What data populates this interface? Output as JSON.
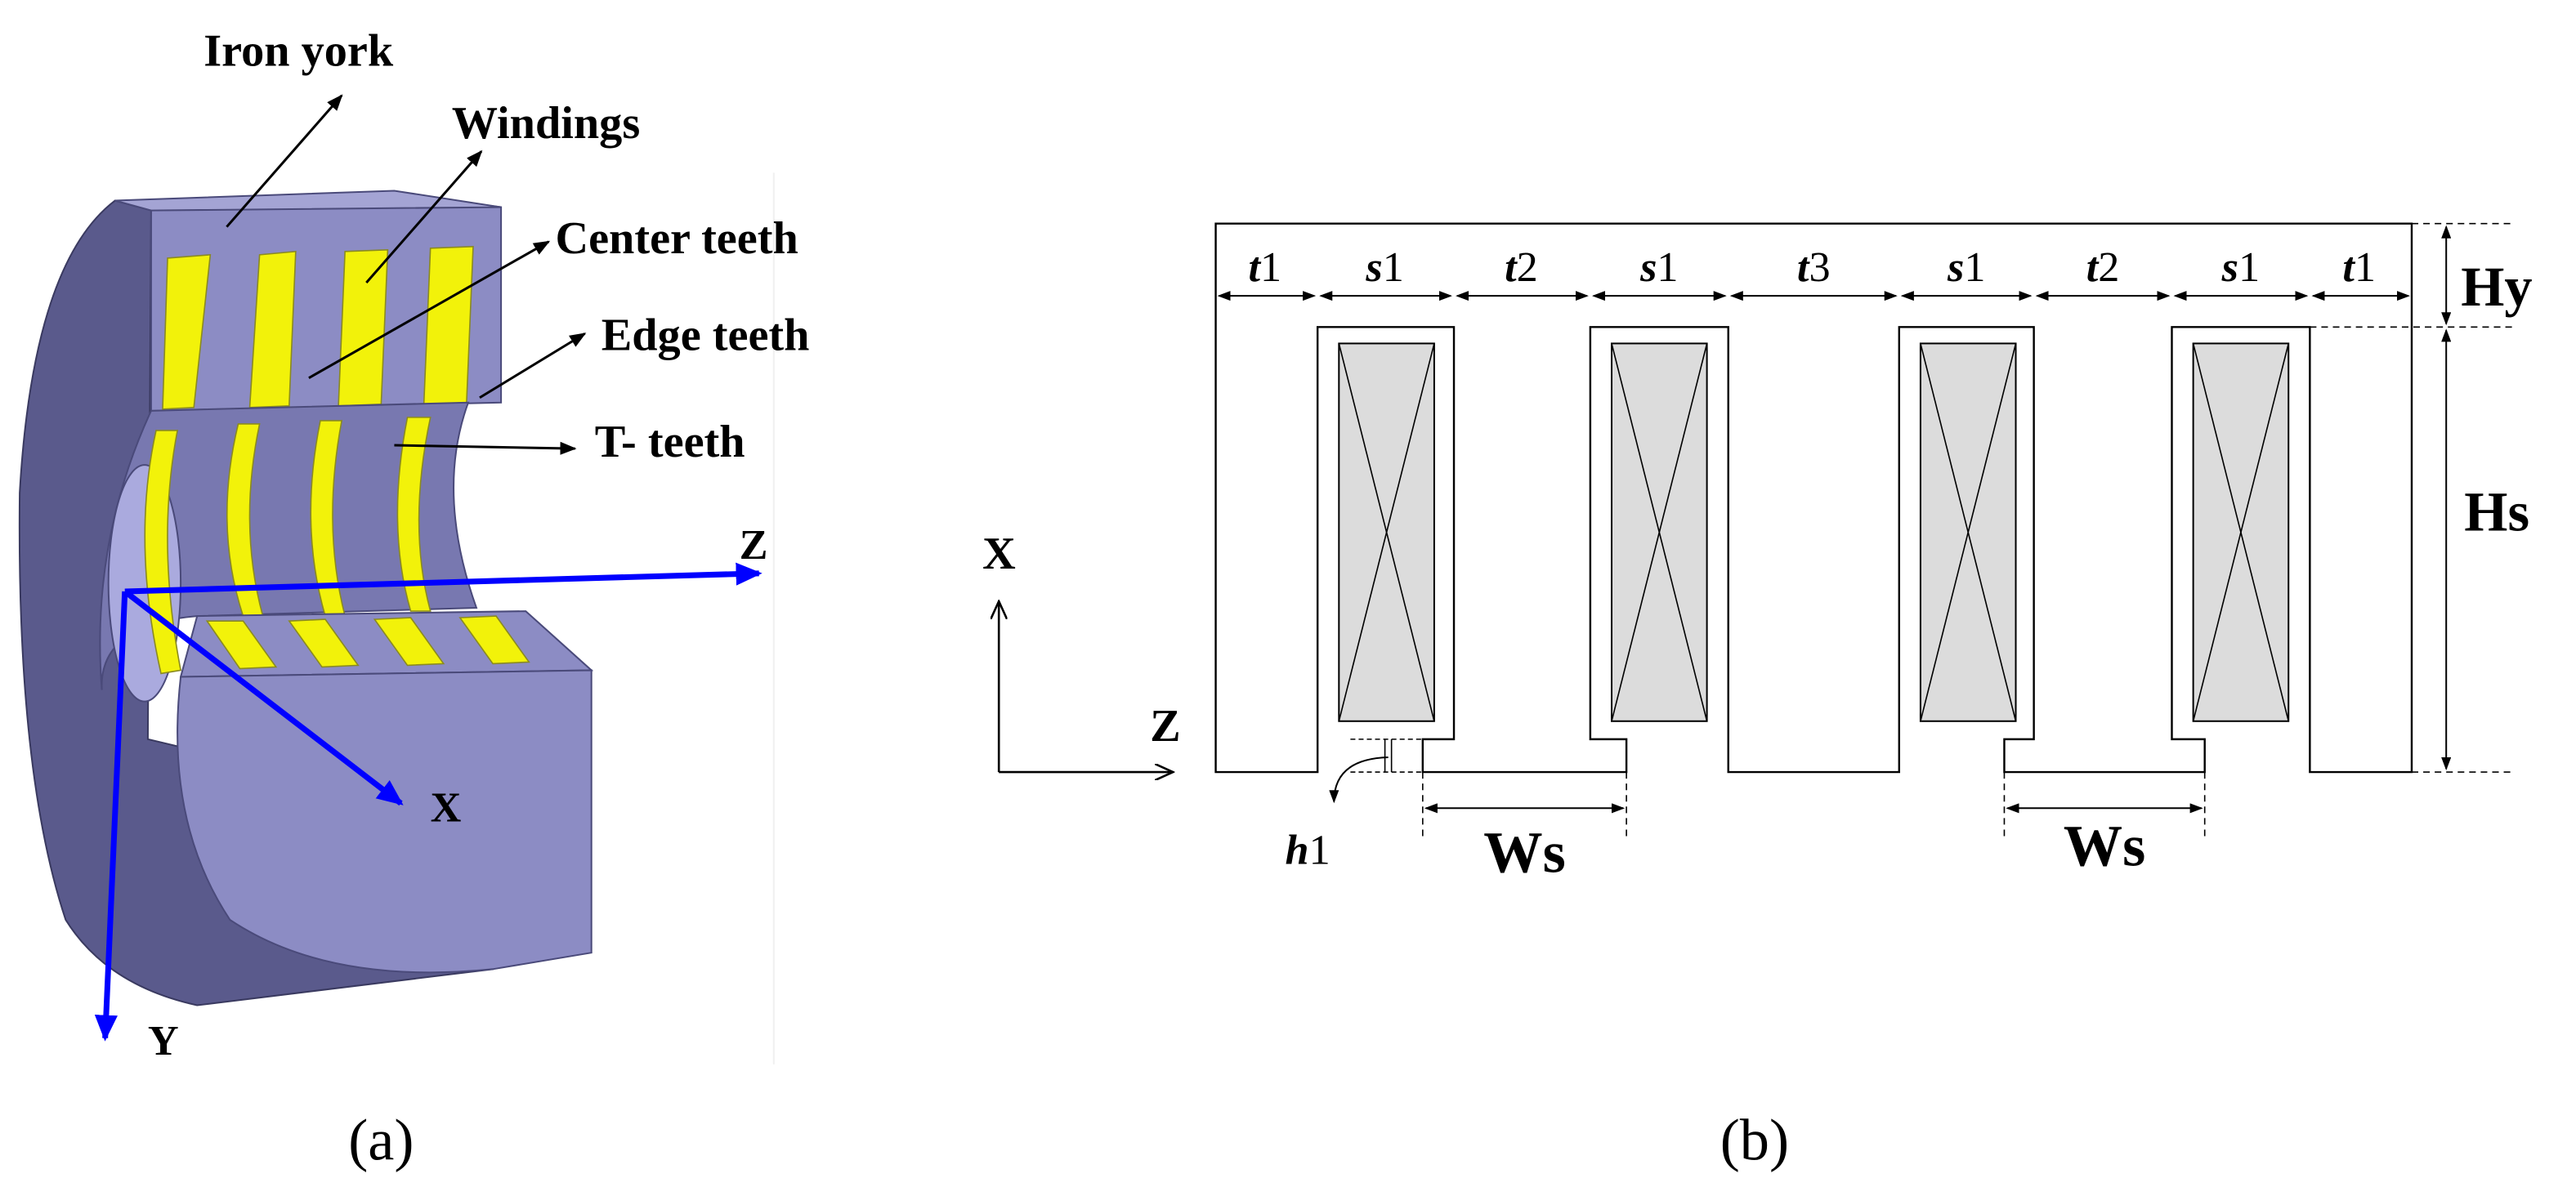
{
  "panel_a": {
    "callouts": {
      "iron_york": "Iron york",
      "windings": "Windings",
      "center_teeth": "Center teeth",
      "edge_teeth": "Edge teeth",
      "t_teeth": "T- teeth"
    },
    "axes": {
      "x": "X",
      "y": "Y",
      "z": "Z"
    },
    "colors": {
      "body": "#8c8cc4",
      "winding": "#f2f20a",
      "axis": "#0000ff"
    }
  },
  "panel_b": {
    "top_dims": [
      {
        "base": "t",
        "sub": "1"
      },
      {
        "base": "s",
        "sub": "1"
      },
      {
        "base": "t",
        "sub": "2"
      },
      {
        "base": "s",
        "sub": "1"
      },
      {
        "base": "t",
        "sub": "3"
      },
      {
        "base": "s",
        "sub": "1"
      },
      {
        "base": "t",
        "sub": "2"
      },
      {
        "base": "s",
        "sub": "1"
      },
      {
        "base": "t",
        "sub": "1"
      }
    ],
    "hy": "Hy",
    "hs": "Hs",
    "ws_left": "Ws",
    "ws_right": "Ws",
    "h1": {
      "base": "h",
      "sub": "1"
    },
    "axes": {
      "x": "X",
      "z": "Z"
    },
    "colors": {
      "coil_fill": "#dcdcdc"
    }
  },
  "captions": {
    "a": "(a)",
    "b": "(b)"
  }
}
